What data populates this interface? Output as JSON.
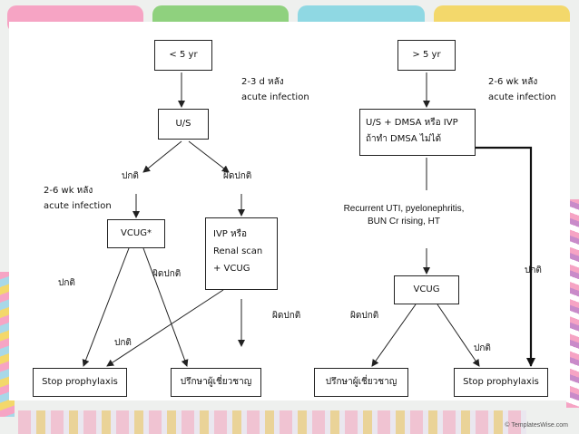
{
  "nodes": {
    "lt5": "< 5 yr",
    "us": "U/S",
    "vcug_left": "VCUG*",
    "ivp": "IVP หรือ\nRenal scan\n+ VCUG",
    "stop_left": "Stop prophylaxis",
    "consult_left": "ปรึกษาผู้เชี่ยวชาญ",
    "gt5": "> 5 yr",
    "us_dmsa": "U/S + DMSA หรือ IVP\nถ้าทำ DMSA ไม่ได้",
    "vcug_right": "VCUG",
    "consult_right": "ปรึกษาผู้เชี่ยวชาญ",
    "stop_right": "Stop prophylaxis"
  },
  "annotations": {
    "left_timing": "2-3 d หลัง\nacute infection",
    "left_normal": "ปกติ",
    "left_abnormal": "ผิดปกติ",
    "left_vcug_timing": "2-6 wk หลัง\nacute infection",
    "vcug_normal": "ปกติ",
    "vcug_abnormal": "ผิดปกติ",
    "ivp_normal": "ปกติ",
    "ivp_abnormal": "ผิดปกติ",
    "right_timing": "2-6 wk หลัง\nacute infection",
    "recurrent": "Recurrent UTI, pyelonephritis,\nBUN Cr rising, HT",
    "right_normal_side": "ปกติ",
    "right_abnormal": "ผิดปกติ",
    "right_normal": "ปกติ"
  },
  "watermark": "© TemplatesWise.com"
}
